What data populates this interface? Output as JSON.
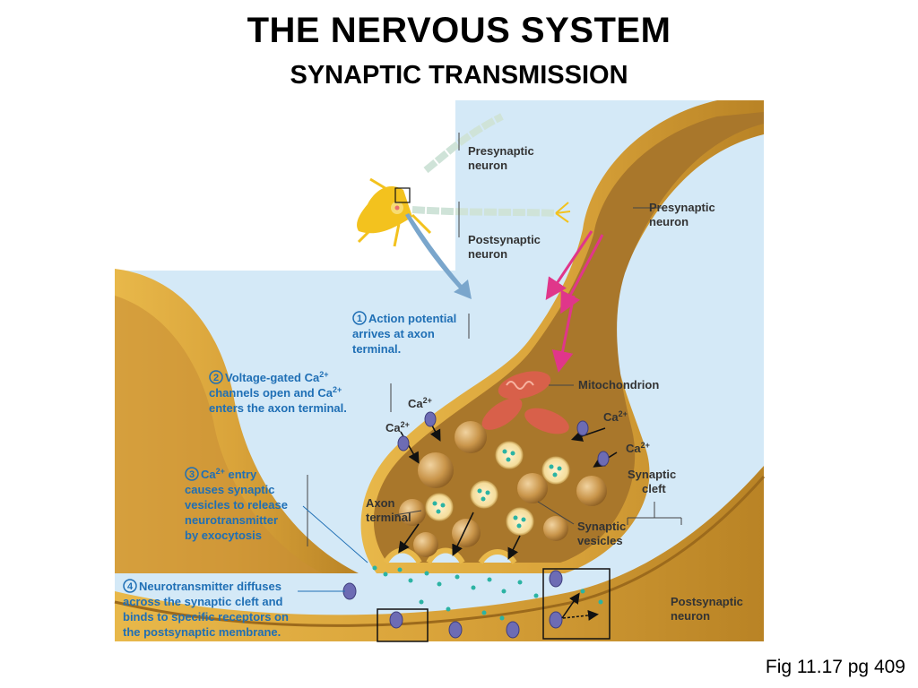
{
  "header": {
    "title": "THE NERVOUS SYSTEM",
    "subtitle": "SYNAPTIC TRANSMISSION"
  },
  "caption": "Fig 11.17 pg 409",
  "labels": {
    "presynaptic_small": [
      "Presynaptic",
      "neuron"
    ],
    "postsynaptic_small": [
      "Postsynaptic",
      "neuron"
    ],
    "presynaptic_main": [
      "Presynaptic",
      "neuron"
    ],
    "mitochondrion": "Mitochondrion",
    "ca": "Ca",
    "ca_charge": "2+",
    "synaptic_cleft": [
      "Synaptic",
      "cleft"
    ],
    "axon_terminal": [
      "Axon",
      "terminal"
    ],
    "synaptic_vesicles": [
      "Synaptic",
      "vesicles"
    ],
    "postsynaptic_main": [
      "Postsynaptic",
      "neuron"
    ]
  },
  "steps": {
    "s1": {
      "num": "1",
      "lines": [
        "Action potential",
        "arrives at axon",
        "terminal."
      ]
    },
    "s2": {
      "num": "2",
      "line1a": "Voltage-gated Ca",
      "line2a": "channels open and Ca",
      "line3": "enters the axon terminal.",
      "charge": "2+"
    },
    "s3": {
      "num": "3",
      "line1a": "Ca",
      "line1b": " entry",
      "lines": [
        "causes synaptic",
        "vesicles to release",
        "neurotransmitter",
        "by exocytosis"
      ],
      "charge": "2+"
    },
    "s4": {
      "num": "4",
      "lines": [
        "Neurotransmitter diffuses",
        "across the synaptic cleft and",
        "binds to specific receptors on",
        "the postsynaptic membrane."
      ]
    }
  },
  "colors": {
    "background_fluid": "#cfe6f5",
    "neuron_gold": "#d9a93a",
    "neuron_dark": "#9c6a1c",
    "cytoplasm": "#b07a2c",
    "small_neuron": "#f3c21e",
    "myelin": "#cfe3d8",
    "step_blue": "#1f6fb5",
    "arrow_pink": "#e0368a",
    "mito_red": "#d8604a",
    "channel_purple": "#6d6cb4",
    "transmitter_teal": "#2bb3a3"
  }
}
